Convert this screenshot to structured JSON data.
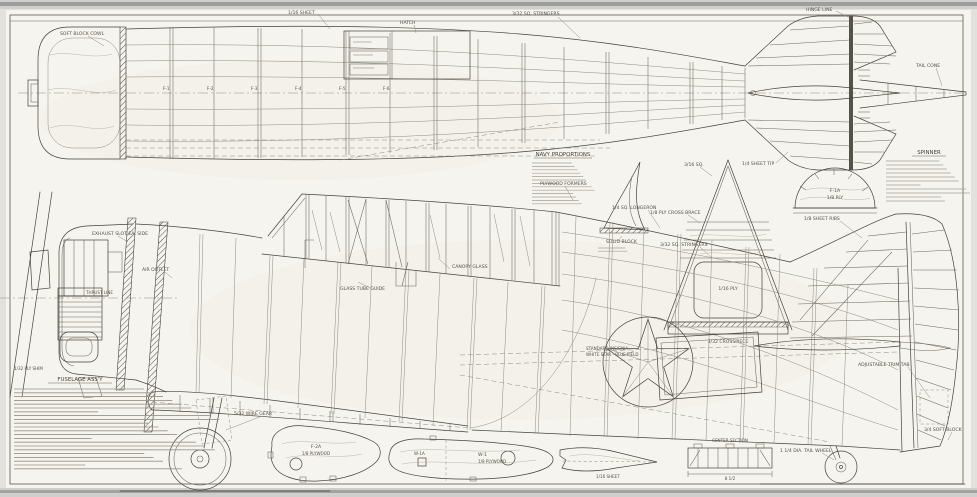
{
  "document": {
    "kind": "model-aircraft construction plan sheet",
    "views": [
      "fuselage top view",
      "full side view",
      "former details",
      "part templates"
    ]
  },
  "colors": {
    "paper": "#f6f4ee",
    "ink": "#45423b",
    "faint_ink": "#8f8b7f",
    "edge_band": "#cfcfcd"
  },
  "blocks": {
    "navy_title": "NAVY PROPORTIONS",
    "spinner_title": "SPINNER",
    "assembly_title": "FUSELAGE ASS'Y"
  },
  "part_labels": {
    "formers": [
      "F-1",
      "F-2",
      "F-3",
      "F-4",
      "F-5",
      "F-6"
    ],
    "f2a": "F-2A",
    "f2a_material": "1/8 PLYWOOD",
    "w1": "W-1",
    "w1_material": "1/8 PLYWOOD",
    "w1a": "W-1A",
    "cowl_former": "F-1A",
    "cowl_former_material": "1/8 PLY"
  },
  "ann": {
    "cowl": "SOFT BLOCK COWL",
    "sheet": "1/16 SHEET",
    "hatch": "HATCH",
    "stringers": "3/32 SQ. STRINGERS",
    "hinge": "HINGE LINE",
    "tip": "1/4 SHEET TIP",
    "tailcone": "TAIL CONE",
    "exhaust": "EXHAUST SLOT EA. SIDE",
    "air": "AIR OUTLET",
    "tube": "GLASS TUBE GUIDE",
    "glass": "CANOPY GLASS",
    "plyformers": "PLYWOOD FORMERS",
    "longeron": "1/4 SQ. LONGERON",
    "stringers2": "3/32 SQ. STRINGERS",
    "finribs": "1/8 SHEET RIBS",
    "trimtab": "ADJUSTABLE TRIM TAB",
    "softblock": "3/4 SOFT BLOCK",
    "tailwheel": "1 1/4 DIA. TAIL WHEEL",
    "gearwire": "5/32 WIRE GEAR",
    "insignia1": "STANDARD INSIGNIA",
    "insignia2": "WHITE STAR - BLUE FIELD",
    "thrust": "THRUST LINE",
    "solid": "SOLID BLOCK",
    "sq316": "3/16 SQ.",
    "crossbrace": "1/8 PLY CROSS BRACE",
    "window": "1/16 PLY",
    "crosspiece": "3/32 CROSSPIECE",
    "taper": "1/16 SHEET",
    "frame": "CENTER SECTION",
    "dim": "8 1/2",
    "shim": "1/32 PLY SHIM"
  }
}
